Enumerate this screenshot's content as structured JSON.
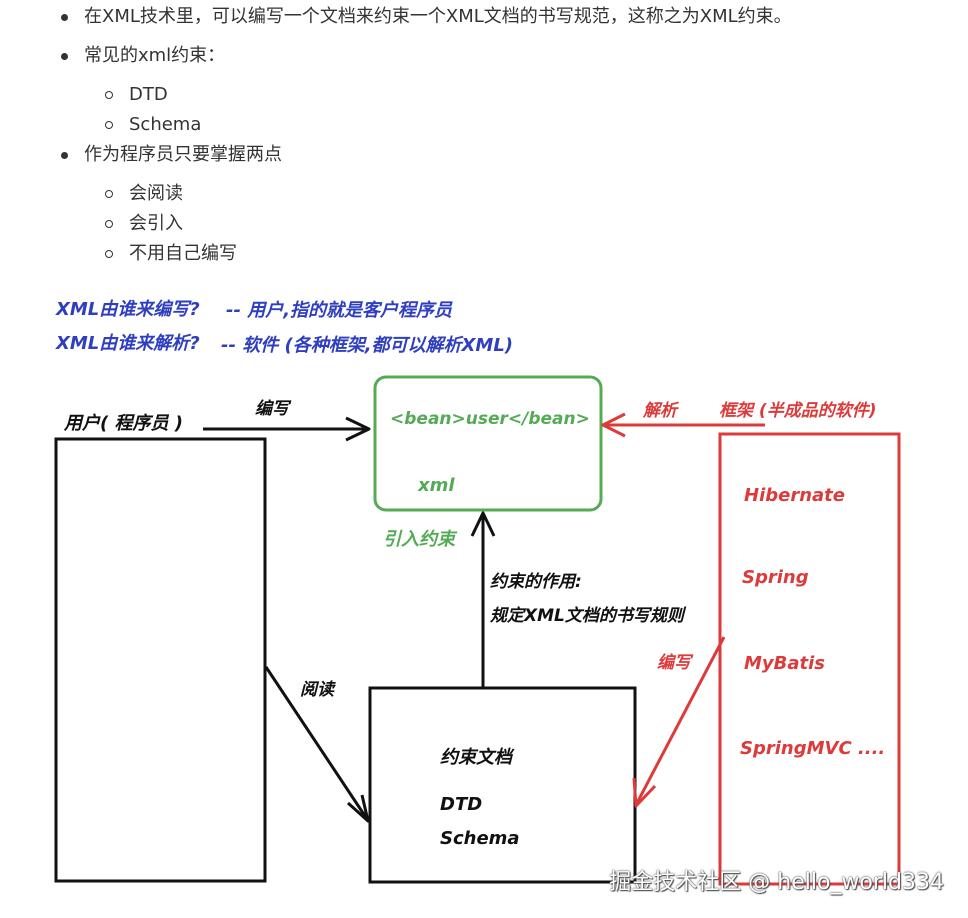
{
  "bullets": {
    "b1": "在XML技术里，可以编写一个文档来约束一个XML文档的书写规范，这称之为XML约束。",
    "b2": "常见的xml约束：",
    "b2_sub": [
      "DTD",
      "Schema"
    ],
    "b3": "作为程序员只要掌握两点",
    "b3_sub": [
      "会阅读",
      "会引入",
      "不用自己编写"
    ]
  },
  "qa": {
    "line1_q": "XML由谁来编写?",
    "line1_a": "-- 用户,指的就是客户程序员",
    "line2_q": "XML由谁来解析?",
    "line2_a": "-- 软件 (各种框架,都可以解析XML)"
  },
  "diagram": {
    "user_label": "用户( 程序员 )",
    "write_label": "编写",
    "read_label": "阅读",
    "xml_box": {
      "bean": "<bean>user</bean>",
      "xml": "xml"
    },
    "import_label": "引入约束",
    "constraint_effect": {
      "line1": "约束的作用:",
      "line2": "规定XML文档的书写规则"
    },
    "constraint_doc": {
      "title": "约束文档",
      "dtd": "DTD",
      "schema": "Schema"
    },
    "parse_label": "解析",
    "framework_label": "框架 (半成品的软件)",
    "framework_write_label": "编写",
    "frameworks": [
      "Hibernate",
      "Spring",
      "MyBatis",
      "SpringMVC ...."
    ]
  },
  "colors": {
    "text": "#333333",
    "qa_blue": "#2f3fbf",
    "green": "#55aa55",
    "red": "#dd3b3b",
    "black": "#111111"
  },
  "watermark": "掘金技术社区 @ hello_world334"
}
